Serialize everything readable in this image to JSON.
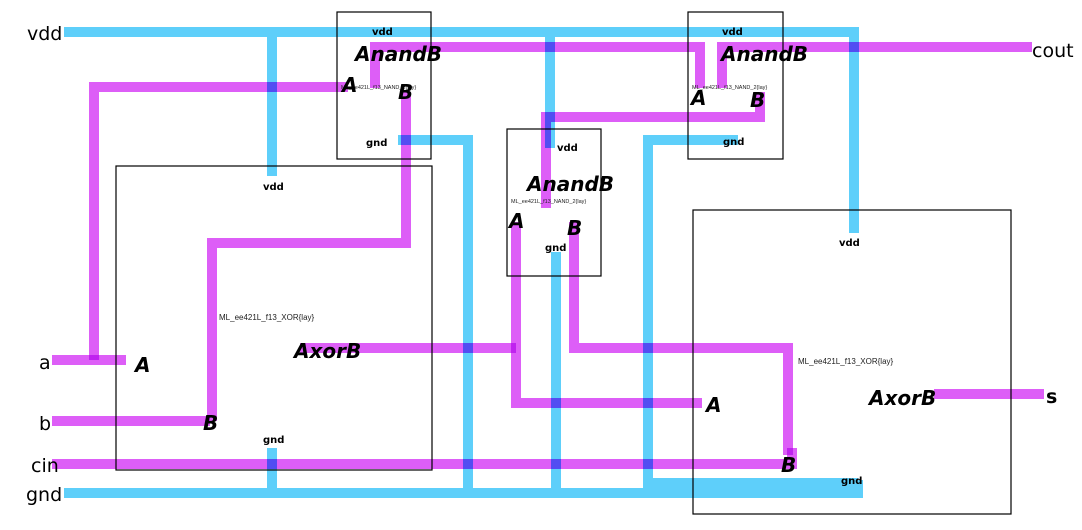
{
  "diagram": {
    "type": "schematic",
    "colors": {
      "power_wire": "#5ecffa",
      "signal_wire": "#dd5ef7",
      "cell_outline": "#000000"
    },
    "ports": {
      "vdd": "vdd",
      "a": "a",
      "b": "b",
      "cin": "cin",
      "gnd": "gnd",
      "cout": "cout",
      "s": "s"
    },
    "cells": [
      {
        "id": "nand1",
        "type": "NAND",
        "instance_name": "ML_ee421L_f13_NAND_2{lay}",
        "output_label": "AnandB",
        "pin_a": "A",
        "pin_b": "B",
        "vdd": "vdd",
        "gnd": "gnd"
      },
      {
        "id": "nand2",
        "type": "NAND",
        "instance_name": "ML_ee421L_f13_NAND_2{lay}",
        "output_label": "AnandB",
        "pin_a": "A",
        "pin_b": "B",
        "vdd": "vdd",
        "gnd": "gnd"
      },
      {
        "id": "nand3",
        "type": "NAND",
        "instance_name": "ML_ee421L_f13_NAND_2{lay}",
        "output_label": "AnandB",
        "pin_a": "A",
        "pin_b": "B",
        "vdd": "vdd",
        "gnd": "gnd"
      },
      {
        "id": "xor1",
        "type": "XOR",
        "instance_name": "ML_ee421L_f13_XOR{lay}",
        "output_label": "AxorB",
        "pin_a": "A",
        "pin_b": "B",
        "vdd": "vdd",
        "gnd": "gnd"
      },
      {
        "id": "xor2",
        "type": "XOR",
        "instance_name": "ML_ee421L_f13_XOR{lay}",
        "output_label": "AxorB",
        "pin_a": "A",
        "pin_b": "B",
        "vdd": "vdd",
        "gnd": "gnd"
      }
    ]
  }
}
